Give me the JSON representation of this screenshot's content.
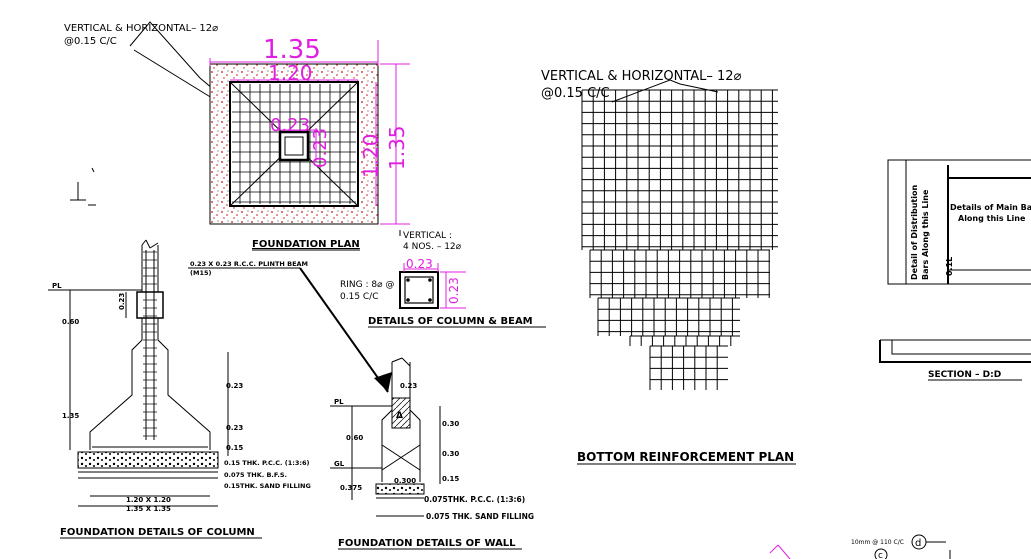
{
  "foundation_plan": {
    "callout": "VERTICAL & HORIZONTAL– 12⌀",
    "callout_spacing": "@0.15 C/C",
    "dim_outer_width": "1.35",
    "dim_inner_width": "1.20",
    "dim_outer_height": "1.35",
    "dim_inner_height": "1.20",
    "dim_col_a": "0.23",
    "dim_col_b": "0.23",
    "title": "FOUNDATION PLAN"
  },
  "column_beam": {
    "vertical_label": "VERTICAL :",
    "vertical_bars": "4 NOS. – 12⌀",
    "ring_label": "RING : 8⌀ @",
    "ring_spacing": "0.15 C/C",
    "dim_w": "0.23",
    "dim_h": "0.23",
    "title": "DETAILS OF COLUMN & BEAM"
  },
  "column_details": {
    "plinth_beam": "0.23 X 0.23 R.C.C. PLINTH BEAM",
    "plinth_grade": "(M15)",
    "pl": "PL",
    "d_023": "0.23",
    "d_060": "0.60",
    "d_135": "1.35",
    "d_r1": "0.23",
    "d_r2": "0.23",
    "d_r3": "0.15",
    "layer1": "0.15 THK. P.C.C. (1:3:6)",
    "layer2": "0.075 THK. B.F.S.",
    "layer3": "0.15THK. SAND FILLING",
    "base1": "1.20 X 1.20",
    "base2": "1.35 X 1.35",
    "title": "FOUNDATION DETAILS OF COLUMN"
  },
  "wall_details": {
    "pl": "PL",
    "gl": "GL",
    "d_023": "0.23",
    "d_060": "0.60",
    "d_0375": "0.375",
    "d_030a": "0.30",
    "d_030b": "0.30",
    "d_015": "0.15",
    "d_0300": "0.300",
    "layer1": "0.075THK. P.C.C. (1:3:6)",
    "layer2": "0.075 THK. SAND FILLING",
    "title": "FOUNDATION DETAILS OF WALL"
  },
  "bottom_plan": {
    "callout": "VERTICAL & HORIZONTAL– 12⌀",
    "callout_spacing": "@0.15 C/C",
    "title": "BOTTOM REINFORCEMENT PLAN"
  },
  "right_section": {
    "dist_bars_1": "Detail of Distribution",
    "dist_bars_2": "Bars Along this Line",
    "main_bars_1": "Details of Main Bars",
    "main_bars_2": "Along this Line",
    "dim": "0.1L",
    "title": "SECTION – D:D",
    "note": "10mm @ 110 C/C",
    "tag_d": "d",
    "tag_c": "c"
  }
}
